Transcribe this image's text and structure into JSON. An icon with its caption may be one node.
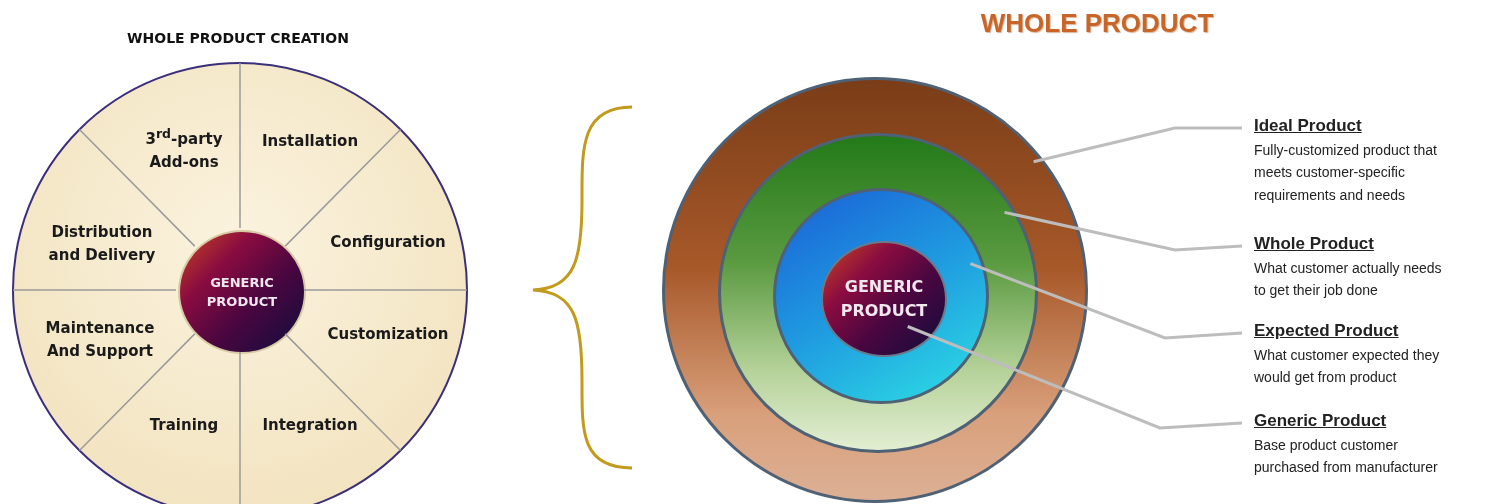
{
  "diagram": {
    "title": "WHOLE PRODUCT",
    "nodes": [
      {
        "text": [],
        "shape": "circle"
      },
      {
        "text": [
          "3$^{rd}$-party Add-ons"
        ],
        "in": 0
      },
      {
        "text": [
          "Installation"
        ],
        "in": 0
      },
      {
        "text": [
          "Configuration"
        ],
        "in": 0
      },
      {
        "text": [
          "Customization"
        ],
        "in": 0
      },
      {
        "text": [
          "Integration"
        ],
        "in": 0
      },
      {
        "text": [
          "Training"
        ],
        "in": 0
      },
      {
        "text": [
          "Maintenance And Support"
        ],
        "in": 0
      },
      {
        "text": [
          "Distribution and Delivery"
        ],
        "in": 0
      },
      {
        "text": [
          "GENERIC PRODUCT"
        ],
        "in": 0
      },
      {
        "text": [],
        "shape": "circle"
      },
      {
        "text": [],
        "shape": "circle",
        "in": 10
      },
      {
        "text": [],
        "shape": "circle",
        "in": 11
      },
      {
        "text": [
          "GENERIC PRODUCT"
        ],
        "in": 12
      },
      {
        "text": [
          "Ideal Product",
          "Fully-customized product that meets customer-specific requirements and needs"
        ]
      },
      {
        "text": [
          "Whole Product",
          "What customer actually needs to get their job done"
        ]
      },
      {
        "text": [
          "Expected Product",
          "What customer expected they would get from product"
        ]
      },
      {
        "text": [
          "Generic Product",
          "Base product customer purchased from manufacturer"
        ]
      }
    ],
    "edges": [
      {
        "from": 14,
        "to": 10,
        "arrow": "none"
      },
      {
        "from": 15,
        "to": 11,
        "arrow": "none"
      },
      {
        "from": 16,
        "to": 12,
        "arrow": "none"
      },
      {
        "from": 17,
        "to": 13,
        "arrow": "none"
      }
    ],
    "labels": [
      "WHOLE PRODUCT CREATION"
    ]
  }
}
